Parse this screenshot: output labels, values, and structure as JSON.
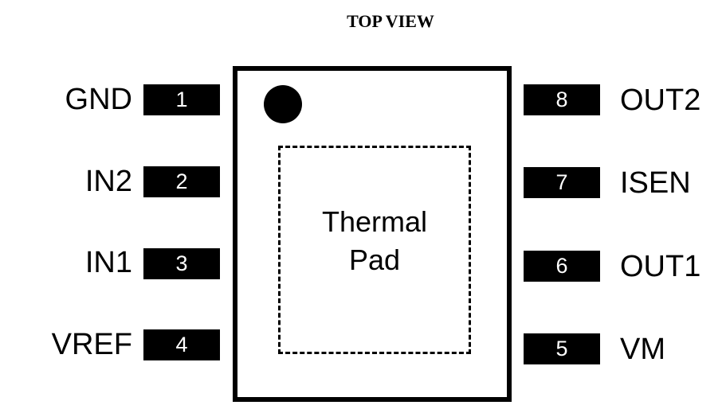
{
  "title": "TOP VIEW",
  "thermal_pad": {
    "line1": "Thermal",
    "line2": "Pad"
  },
  "left_pins": [
    {
      "number": "1",
      "name": "GND"
    },
    {
      "number": "2",
      "name": "IN2"
    },
    {
      "number": "3",
      "name": "IN1"
    },
    {
      "number": "4",
      "name": "VREF"
    }
  ],
  "right_pins": [
    {
      "number": "8",
      "name": "OUT2"
    },
    {
      "number": "7",
      "name": "ISEN"
    },
    {
      "number": "6",
      "name": "OUT1"
    },
    {
      "number": "5",
      "name": "VM"
    }
  ]
}
